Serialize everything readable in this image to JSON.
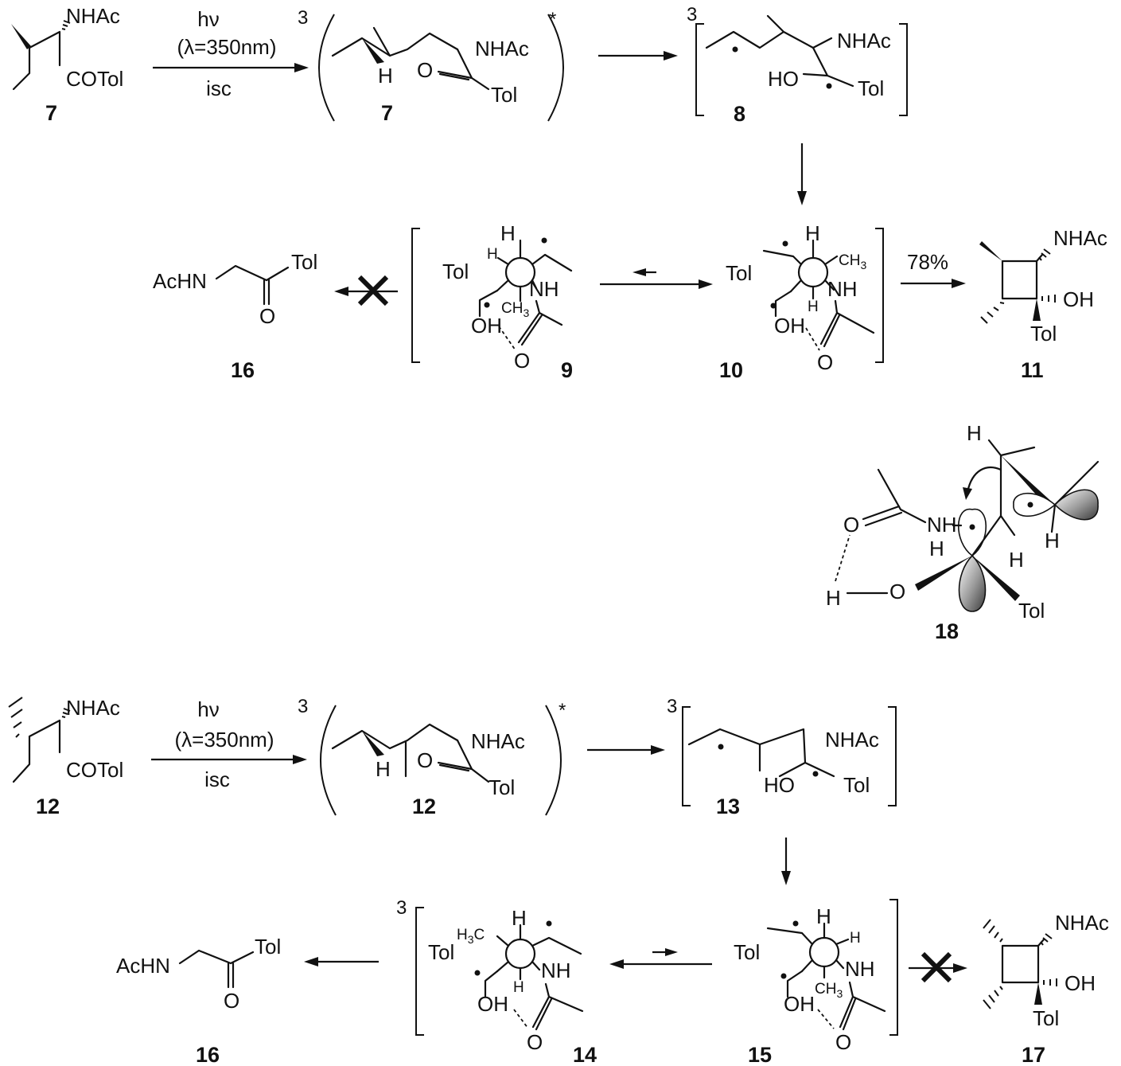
{
  "labels": {
    "nhac": "NHAc",
    "cotol": "COTol",
    "tol": "Tol",
    "o": "O",
    "h": "H",
    "ho": "HO",
    "oh": "OH",
    "nh": "NH",
    "ch3": "CH",
    "ch3_sub": "3",
    "h3c": "H",
    "h3c_sub": "3",
    "h3c_c": "C",
    "achn": "AcHN",
    "triplet": "3",
    "excited": "*"
  },
  "conditions": {
    "hv": "hν",
    "wavelength": "(λ=350nm)",
    "isc": "isc",
    "yield": "78%"
  },
  "compounds": {
    "c7": "7",
    "c8": "8",
    "c9": "9",
    "c10": "10",
    "c11": "11",
    "c12": "12",
    "c13": "13",
    "c14": "14",
    "c15": "15",
    "c16": "16",
    "c17": "17",
    "c18": "18"
  }
}
